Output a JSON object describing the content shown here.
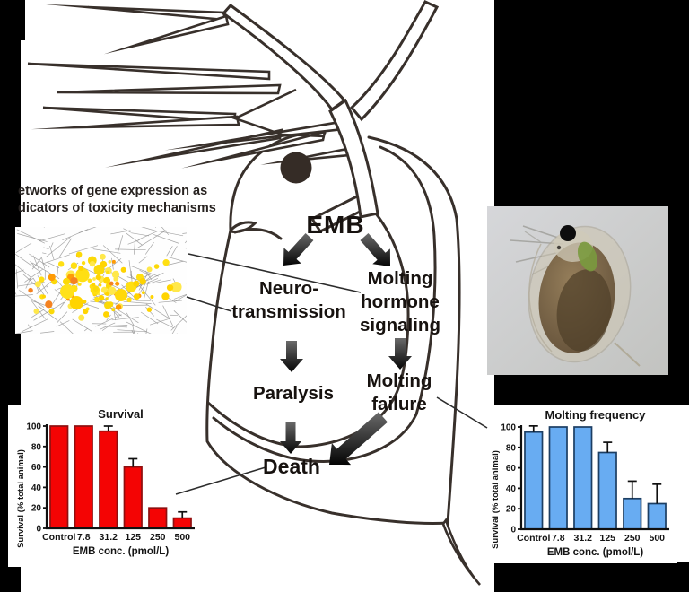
{
  "caption": {
    "line1": "etworks of gene expression as",
    "line2": "dicators of toxicity mechanisms"
  },
  "flow": {
    "emb": "EMB",
    "neuro_line1": "Neuro-",
    "neuro_line2": "transmission",
    "hormone_line1": "Molting",
    "hormone_line2": "hormone",
    "hormone_line3": "signaling",
    "paralysis": "Paralysis",
    "failure_line1": "Molting",
    "failure_line2": "failure",
    "death": "Death"
  },
  "chart_data": [
    {
      "type": "bar",
      "panel": "left",
      "title": "Survival",
      "categories": [
        "Control",
        "7.8",
        "31.2",
        "125",
        "250",
        "500"
      ],
      "values": [
        100,
        100,
        95,
        60,
        20,
        10
      ],
      "errors": [
        0,
        0,
        5,
        8,
        0,
        6
      ],
      "xlabel": "EMB conc. (pmol/L)",
      "ylabel": "Survival (% total animal)",
      "ylim": [
        0,
        100
      ],
      "yticks": [
        0,
        20,
        40,
        60,
        80,
        100
      ],
      "grid": false,
      "legend": "none",
      "bar_color": "#f40404",
      "bar_stroke": "#8e1010"
    },
    {
      "type": "bar",
      "panel": "right",
      "title": "Molting frequency",
      "categories": [
        "Control",
        "7.8",
        "31.2",
        "125",
        "250",
        "500"
      ],
      "values": [
        95,
        100,
        100,
        75,
        30,
        25
      ],
      "errors": [
        6,
        0,
        0,
        10,
        17,
        19
      ],
      "xlabel": "EMB conc. (pmol/L)",
      "ylabel": "Survival (% total animal)",
      "ylim": [
        0,
        100
      ],
      "yticks": [
        0,
        20,
        40,
        60,
        80,
        100
      ],
      "grid": false,
      "legend": "none",
      "bar_color": "#68acf2",
      "bar_stroke": "#1c3e63"
    }
  ],
  "colors": {
    "art_stroke": "#38302b",
    "network_yellow": "#ffdf12",
    "network_orange": "#ff9b05",
    "survival_red": "#f40404",
    "molting_blue": "#68acf2"
  }
}
